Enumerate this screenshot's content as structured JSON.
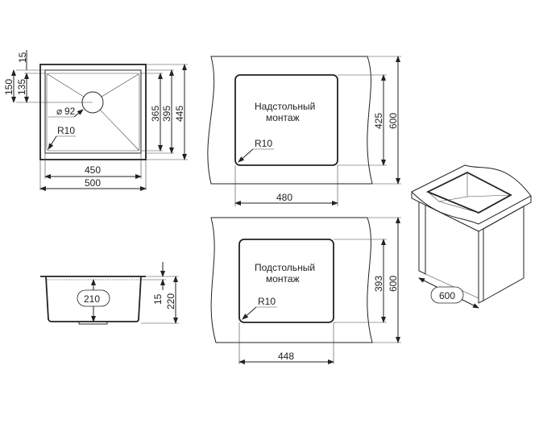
{
  "plan_view": {
    "width_outer": "500",
    "width_inner": "450",
    "height_365": "365",
    "height_395": "395",
    "height_445": "445",
    "dim_15": "15",
    "dim_150": "150",
    "dim_135": "135",
    "drain": "92",
    "drain_symbol": "⌀",
    "radius": "R10"
  },
  "side_view": {
    "depth": "210",
    "rim": "15",
    "total_height": "220"
  },
  "overmount": {
    "label_line1": "Надстольный",
    "label_line2": "монтаж",
    "radius": "R10",
    "cut_width": "480",
    "cut_depth": "425",
    "counter_depth": "600"
  },
  "undermount": {
    "label_line1": "Подстольный",
    "label_line2": "монтаж",
    "radius": "R10",
    "cut_width": "448",
    "cut_depth": "393",
    "counter_depth": "600"
  },
  "cabinet": {
    "width": "600"
  }
}
